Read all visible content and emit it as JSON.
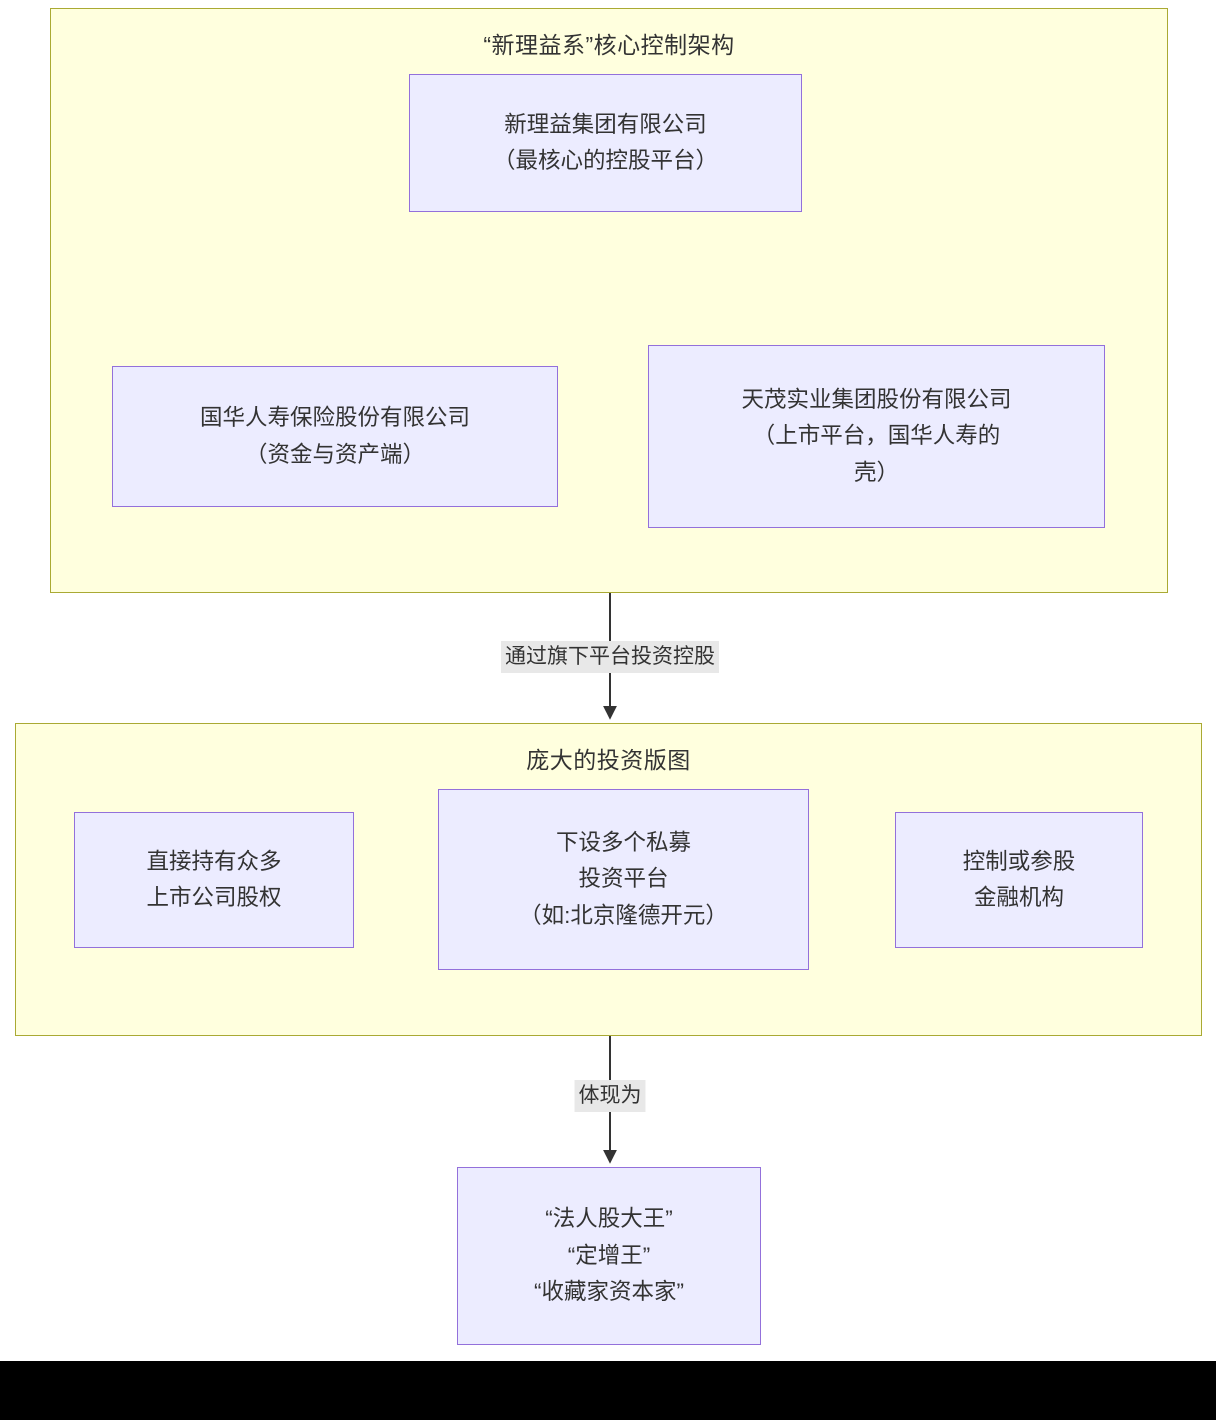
{
  "diagram": {
    "kind": "flowchart",
    "direction": "top-to-bottom",
    "colors": {
      "cluster_fill": "#ffffde",
      "cluster_border": "#aaaa33",
      "node_fill": "#ececff",
      "node_border": "#9370db",
      "edge_stroke": "#333333",
      "edge_label_bg": "#e8e8e8",
      "text": "#333333",
      "letterbox": "#000000"
    }
  },
  "clusters": {
    "core": {
      "title": "“新理益系”核心控制架构"
    },
    "investment": {
      "title": "庞大的投资版图"
    }
  },
  "nodes": {
    "holding_platform": {
      "line1": "新理益集团有限公司",
      "line2": "（最核心的控股平台）"
    },
    "guohua_life": {
      "line1": "国华人寿保险股份有限公司",
      "line2": "（资金与资产端）"
    },
    "tianmao": {
      "line1": "天茂实业集团股份有限公司",
      "line2": "（上市平台，国华人寿的",
      "line3": "壳）"
    },
    "direct_holdings": {
      "line1": "直接持有众多",
      "line2": "上市公司股权"
    },
    "private_funds": {
      "line1": "下设多个私募",
      "line2": "投资平台",
      "line3": "（如:北京隆德开元）"
    },
    "financial_institutions": {
      "line1": "控制或参股",
      "line2": "金融机构"
    },
    "nicknames": {
      "line1": "“法人股大王”",
      "line2": "“定增王”",
      "line3": "“收藏家资本家”"
    }
  },
  "edges": [
    {
      "id": "holding-to-guohua",
      "label": ""
    },
    {
      "id": "holding-to-tianmao",
      "label": ""
    },
    {
      "id": "core-to-investment",
      "label": "通过旗下平台投资控股"
    },
    {
      "id": "investment-to-nicknames",
      "label": "体现为"
    }
  ]
}
